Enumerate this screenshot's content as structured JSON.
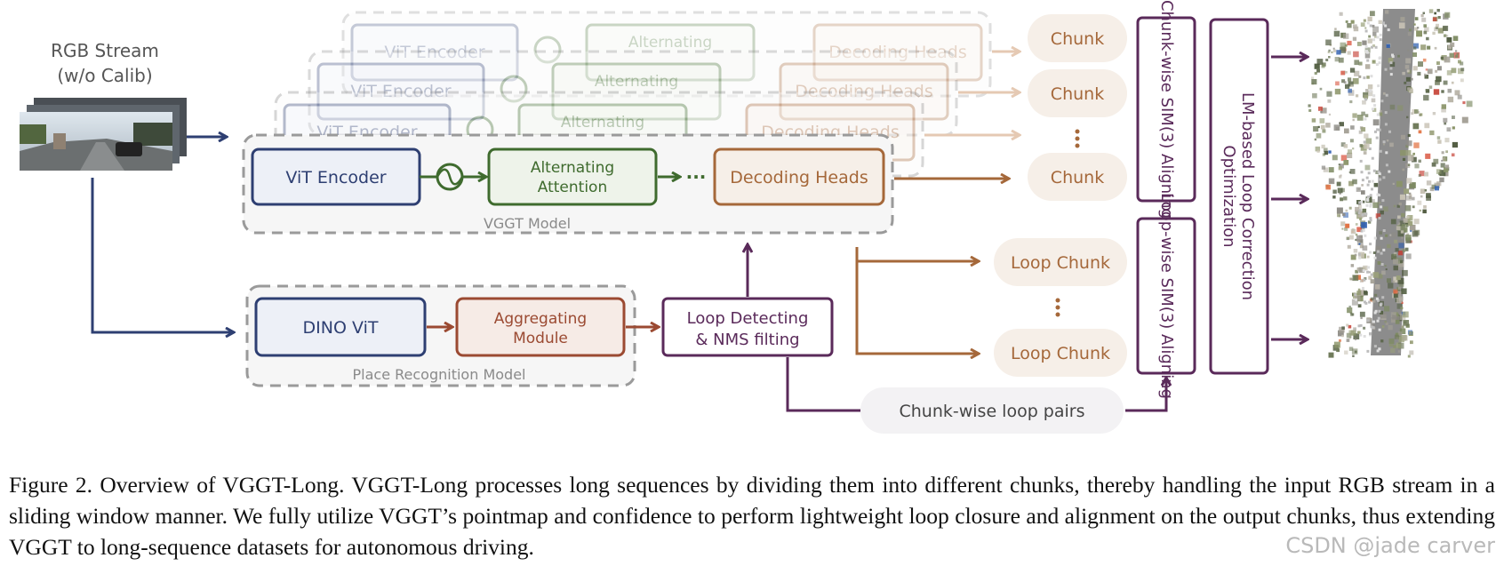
{
  "colors": {
    "navy": "#2e3f72",
    "green": "#3f6b2e",
    "brown": "#a5683a",
    "rust": "#9b4a32",
    "purple": "#5a2a5a",
    "gray": "#9a9a9a"
  },
  "input": {
    "title": "RGB Stream",
    "subtitle": "(w/o Calib)"
  },
  "vggt": {
    "encoder_label": "ViT Encoder",
    "attention_label": "Alternating Attention",
    "attention_line1": "Alternating",
    "attention_line2": "Attention",
    "ellipsis": "···",
    "heads_label": "Decoding Heads",
    "model_label": "VGGT Model"
  },
  "place_recognition": {
    "dino_label": "DINO ViT",
    "agg_line1": "Aggregating",
    "agg_line2": "Module",
    "model_label": "Place Recognition Model"
  },
  "loop_detect": {
    "line1": "Loop Detecting",
    "line2": "& NMS filting"
  },
  "chunks": {
    "chunk_label": "Chunk",
    "loop_chunk_label": "Loop Chunk"
  },
  "alignment": {
    "chunk_wise": "Chunk-wise SIM(3) Aligning",
    "loop_wise": "Loop-wise SIM(3) Aligning",
    "lm_line1": "LM-based Loop Correction",
    "lm_line2": "Optimization"
  },
  "loop_pairs_label": "Chunk-wise loop pairs",
  "caption": "Figure 2. Overview of VGGT-Long. VGGT-Long processes long sequences by dividing them into different chunks, thereby handling the input RGB stream in a sliding window manner. We fully utilize VGGT’s pointmap and confidence to perform lightweight loop closure and alignment on the output chunks, thus extending VGGT to long-sequence datasets for autonomous driving.",
  "watermark": "CSDN @jade carver"
}
